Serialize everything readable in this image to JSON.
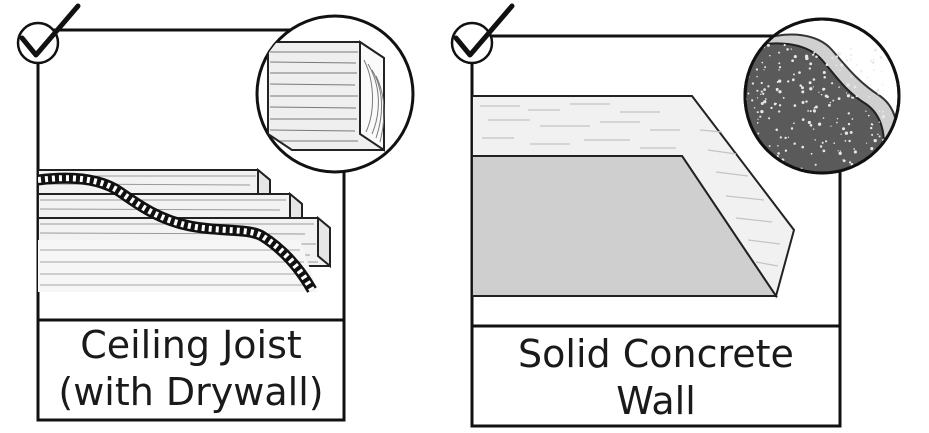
{
  "panels": [
    {
      "caption_line1": "Ceiling Joist",
      "caption_line2": "(with Drywall)",
      "checked": true,
      "icon": "checkmark-icon",
      "detail_icon": "wood-grain-icon"
    },
    {
      "caption_line1": "Solid Concrete",
      "caption_line2": "Wall",
      "checked": true,
      "icon": "checkmark-icon",
      "detail_icon": "concrete-texture-icon"
    }
  ]
}
